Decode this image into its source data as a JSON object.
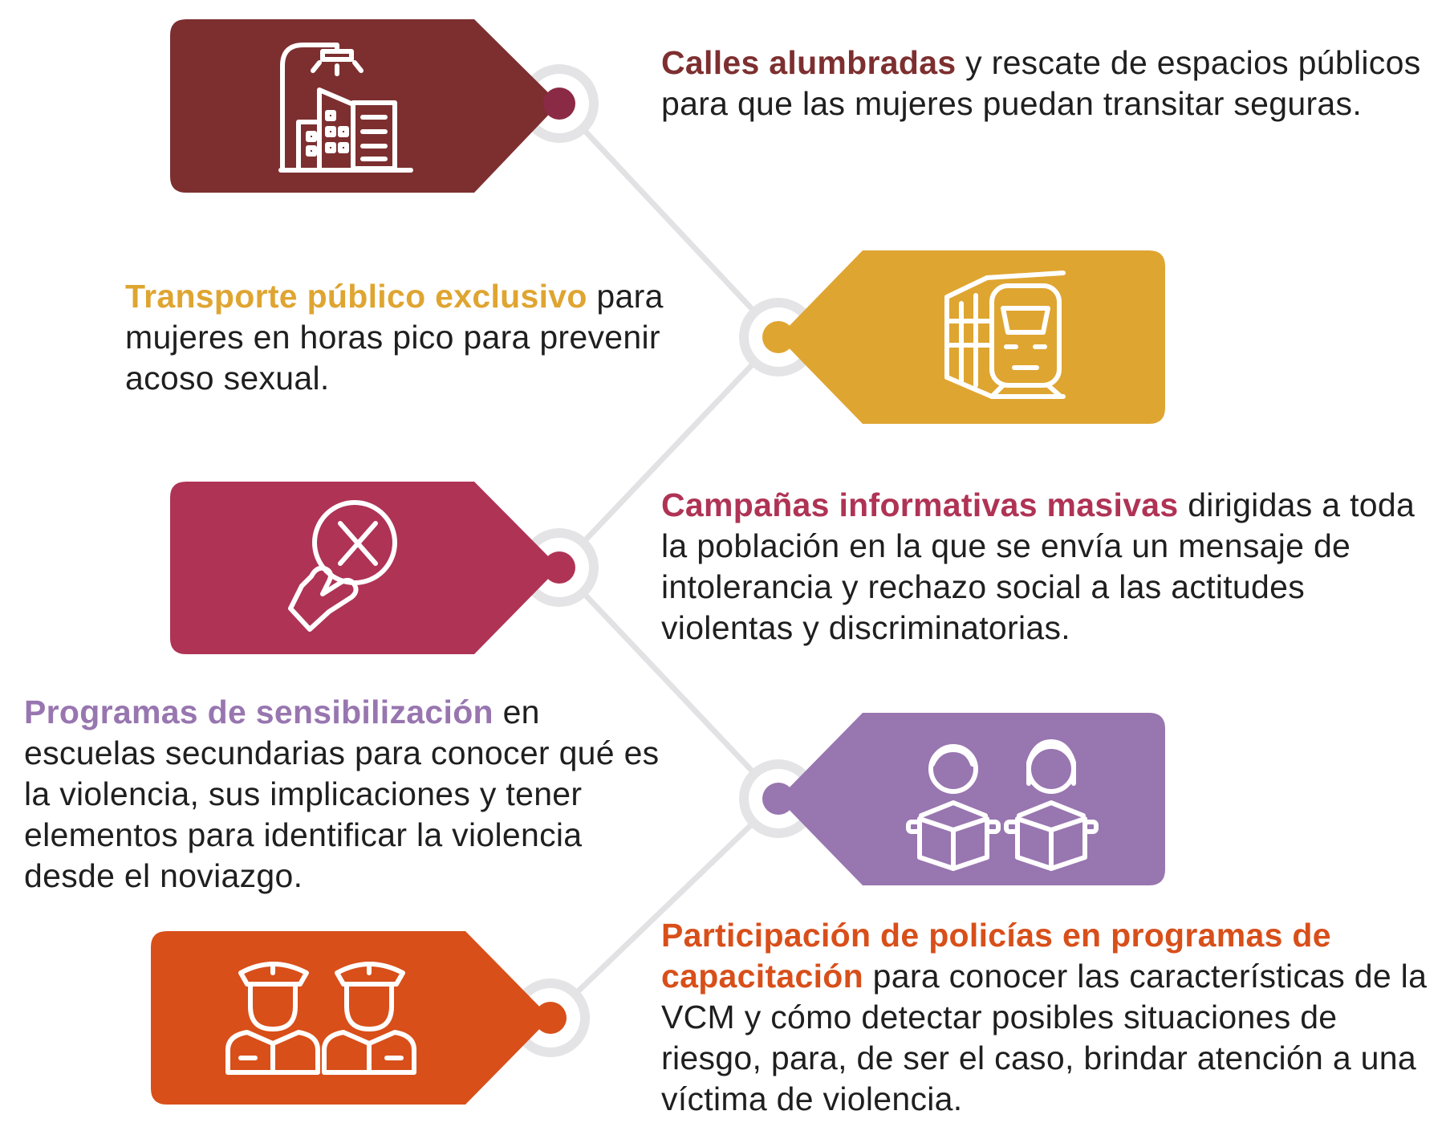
{
  "colors": {
    "line": "#e2e2e4",
    "ring": "#e4e4e6",
    "icon": "#ffffff",
    "text": "#1f1f1f"
  },
  "items": [
    {
      "color": "#7d2f30",
      "dot": "#8b2a45",
      "icon": "city-street-light-icon",
      "bold": "Calles alumbradas",
      "rest": " y rescate de espacios públicos para que las mujeres puedan transitar seguras."
    },
    {
      "color": "#dfa531",
      "dot": "#dfa531",
      "icon": "train-icon",
      "bold": "Transporte público exclusivo",
      "rest": " para mujeres en horas pico para prevenir acoso sexual."
    },
    {
      "color": "#af3355",
      "dot": "#af3355",
      "icon": "hand-press-cancel-icon",
      "bold": "Campañas informativas masivas",
      "rest": " dirigidas a toda la población en la que se envía un mensaje de intolerancia y rechazo social a las actitudes violentas y discriminatorias."
    },
    {
      "color": "#9876b0",
      "dot": "#9876b0",
      "icon": "students-reading-icon",
      "bold": "Programas de sensibilización",
      "rest": " en escuelas secundarias para conocer qué es la violencia, sus implicaciones y tener elementos para identificar la violencia desde el noviazgo."
    },
    {
      "color": "#d84f1a",
      "dot": "#d84f1a",
      "icon": "police-officers-icon",
      "bold": "Participación de policías en programas de capacitación",
      "rest": " para conocer las características de la VCM y cómo detectar posibles situaciones de riesgo, para, de ser el caso, brindar atención a una víctima de violencia."
    }
  ]
}
